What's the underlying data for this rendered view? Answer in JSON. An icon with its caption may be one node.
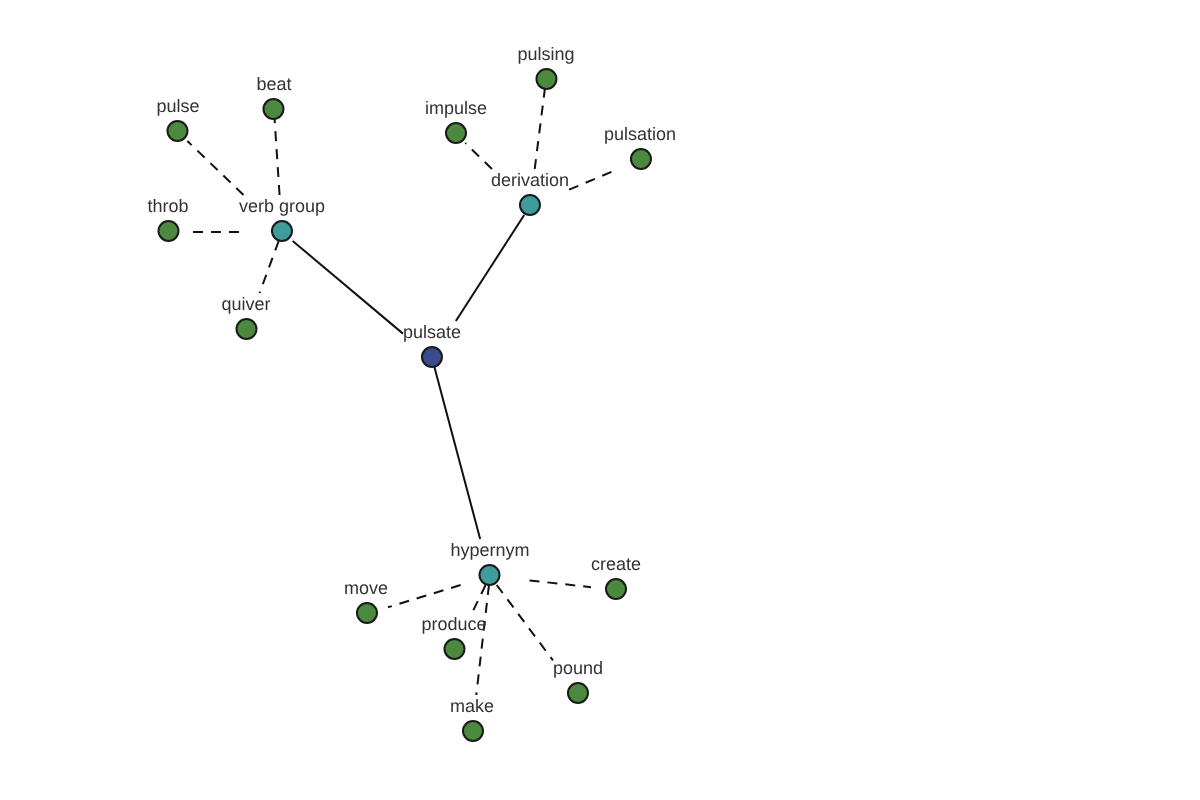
{
  "diagram": {
    "nodes": [
      {
        "text": [
          "pulsate"
        ]
      },
      {
        "text": [
          "verb group"
        ]
      },
      {
        "text": [
          "derivation"
        ]
      },
      {
        "text": [
          "hypernym"
        ]
      },
      {
        "text": [
          "pulse"
        ]
      },
      {
        "text": [
          "beat"
        ]
      },
      {
        "text": [
          "throb"
        ]
      },
      {
        "text": [
          "quiver"
        ]
      },
      {
        "text": [
          "impulse"
        ]
      },
      {
        "text": [
          "pulsing"
        ]
      },
      {
        "text": [
          "pulsation"
        ]
      },
      {
        "text": [
          "move"
        ]
      },
      {
        "text": [
          "produce"
        ]
      },
      {
        "text": [
          "make"
        ]
      },
      {
        "text": [
          "pound"
        ]
      },
      {
        "text": [
          "create"
        ]
      }
    ],
    "edges": [
      {
        "from": 0,
        "to": 1,
        "arrow": "none"
      },
      {
        "from": 0,
        "to": 2,
        "arrow": "none"
      },
      {
        "from": 0,
        "to": 3,
        "arrow": "none"
      },
      {
        "from": 1,
        "to": 4,
        "arrow": "none",
        "style": "dashed"
      },
      {
        "from": 1,
        "to": 5,
        "arrow": "none",
        "style": "dashed"
      },
      {
        "from": 1,
        "to": 6,
        "arrow": "none",
        "style": "dashed"
      },
      {
        "from": 1,
        "to": 7,
        "arrow": "none",
        "style": "dashed"
      },
      {
        "from": 2,
        "to": 8,
        "arrow": "none",
        "style": "dashed"
      },
      {
        "from": 2,
        "to": 9,
        "arrow": "none",
        "style": "dashed"
      },
      {
        "from": 2,
        "to": 10,
        "arrow": "none",
        "style": "dashed"
      },
      {
        "from": 3,
        "to": 11,
        "arrow": "none",
        "style": "dashed"
      },
      {
        "from": 3,
        "to": 12,
        "arrow": "none",
        "style": "dashed"
      },
      {
        "from": 3,
        "to": 13,
        "arrow": "none",
        "style": "dashed"
      },
      {
        "from": 3,
        "to": 14,
        "arrow": "none",
        "style": "dashed"
      },
      {
        "from": 3,
        "to": 15,
        "arrow": "none",
        "style": "dashed"
      }
    ]
  }
}
